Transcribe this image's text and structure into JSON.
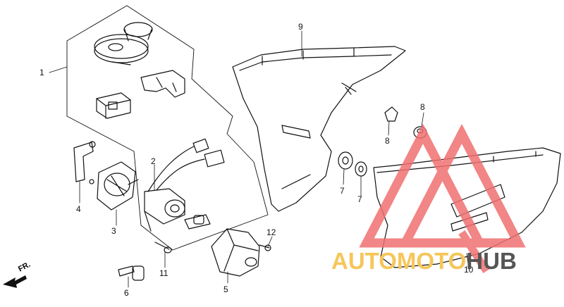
{
  "diagram": {
    "callouts": {
      "c1": "1",
      "c2": "2",
      "c3": "3",
      "c4": "4",
      "c5": "5",
      "c6": "6",
      "c7a": "7",
      "c7b": "7",
      "c8a": "8",
      "c8b": "8",
      "c9": "9",
      "c10": "10",
      "c11": "11",
      "c12": "12"
    },
    "direction_label": "FR.",
    "watermark": {
      "part1": "AUTO",
      "part2": "MOTO",
      "part3": "HUB"
    },
    "colors": {
      "line": "#111111",
      "watermark_red": "#f07070",
      "watermark_orange": "#f6c65a",
      "watermark_grey": "#555555"
    }
  }
}
